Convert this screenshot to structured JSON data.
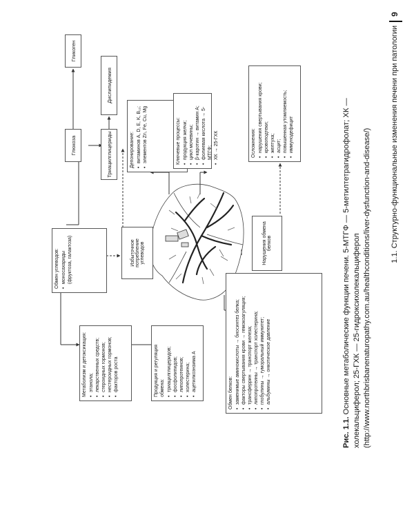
{
  "diagram": {
    "glycogen": "Гликоген",
    "dyslipidemia": "Дислипидемия",
    "glucose": "Глюкоза",
    "triglycerides": "Триацилглицериды",
    "carb_excess": "Избыточное потребление углеводов",
    "carb_metabolism": {
      "title": "Обмен углеводов:",
      "items": [
        "моносахариды (фруктоза, галактоза)"
      ]
    },
    "deposition": {
      "title": "Депонирование:",
      "items": [
        "витаминов A, D, E, K, B₁₂;",
        "элементов Zn, Fe, Cu, Mg"
      ]
    },
    "key_processes": {
      "title": "Ключевые процессы:",
      "items": [
        "продукция желчи;",
        "цикл мочевины;",
        "β-каротин → витамин A;",
        "фолиевая кислота → 5-МТГФ;",
        "ХК → 25-ГХК"
      ]
    },
    "complications": {
      "title": "Осложнения:",
      "items": [
        "нарушения свертывания крови;",
        "кровоподтеки;",
        "желтуха;",
        "асцит;",
        "повышенная утомляемость;",
        "иммунодефицит"
      ]
    },
    "protein_disorder": "Нарушения обмена белков",
    "detox": {
      "title": "Метаболизм и детоксикация:",
      "items": [
        "этанола;",
        "лекарственных средств;",
        "стероидных гормонов;",
        "нестероидных гормонов;",
        "факторов роста"
      ]
    },
    "production": {
      "title": "Продукция и регуляция обмена:",
      "items": [
        "триацилглицеридов;",
        "фосфолипидов;",
        "липопротеинов;",
        "холестерина;",
        "ацетилкоэнзима A"
      ]
    },
    "protein_metabolism": {
      "title": "Обмен белков:",
      "items": [
        "заменимые аминокислоты → биосинтез белка;",
        "факторы свертывания крови → гемокоагуляция;",
        "трансферрин → транспорт железа;",
        "липопротеины → транспорт холестерина;",
        "глобулины → гуморальный иммунитет;",
        "альбумины → онкотическое давление"
      ]
    }
  },
  "caption": {
    "label": "Рис. 1.1.",
    "text": " Основные метаболические функции печени. 5-МТГФ — 5-метилтетрагидрофолат; ХК — холекальциферол; 25-ГХК — 25-гидроксихолекальциферол (http://www.northbrisbanenaturopathy.com.au/healthconditions/liver-dysfunction-and-disease/)"
  },
  "header": {
    "title": "1.1. Структурно-функциональные изменения печени при патологии",
    "page_number": "9"
  }
}
